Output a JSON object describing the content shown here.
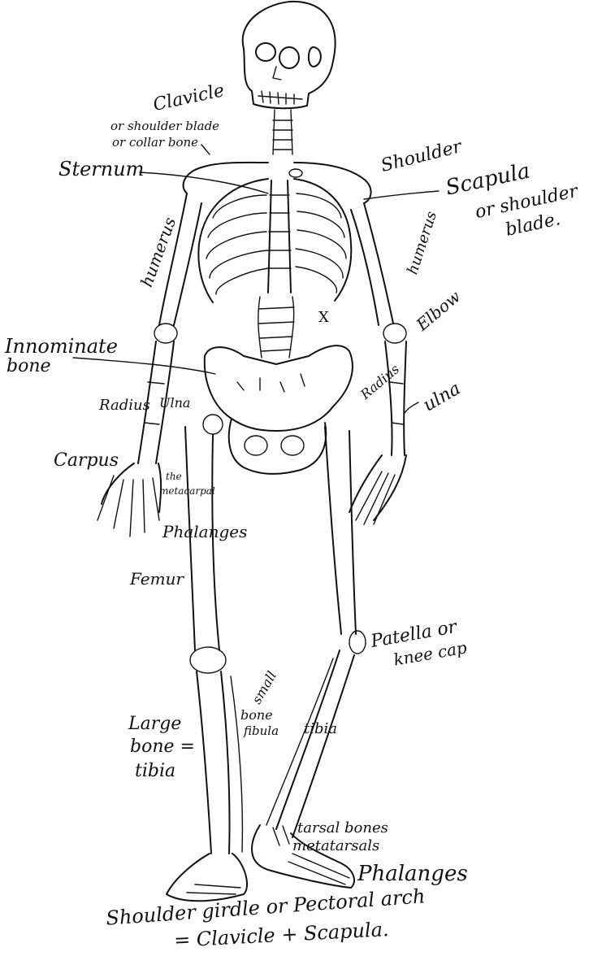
{
  "labels": {
    "clavicle": "Clavicle",
    "clavicle_alt1": "or shoulder blade",
    "clavicle_alt2": "or collar bone",
    "sternum": "Sternum",
    "shoulder": "Shoulder",
    "scapula": "Scapula",
    "scapula_alt": "or shoulder",
    "scapula_alt2": "blade.",
    "humerus_left": "humerus",
    "humerus_right": "humerus",
    "elbow": "Elbow",
    "innominate_1": "Innominate",
    "innominate_2": "bone",
    "radius_left": "Radius",
    "ulna_left": "Ulna",
    "radius_right": "Radius",
    "ulna_right": "ulna",
    "carpus": "Carpus",
    "metacarpal_1": "the",
    "metacarpal_2": "metacarpal",
    "phalanges_hand": "Phalanges",
    "femur": "Femur",
    "patella_1": "Patella or",
    "patella_2": "knee cap",
    "small_bone_1": "small",
    "small_bone_2": "bone",
    "small_bone_3": "fibula",
    "tibia_right": "tibia",
    "large_bone_1": "Large",
    "large_bone_2": "bone =",
    "large_bone_3": "tibia",
    "tarsal_1": "tarsal bones",
    "tarsal_2": "metatarsals",
    "phalanges_foot": "Phalanges",
    "x_mark": "X",
    "caption_1": "Shoulder girdle or Pectoral arch",
    "caption_2": "= Clavicle + Scapula."
  }
}
